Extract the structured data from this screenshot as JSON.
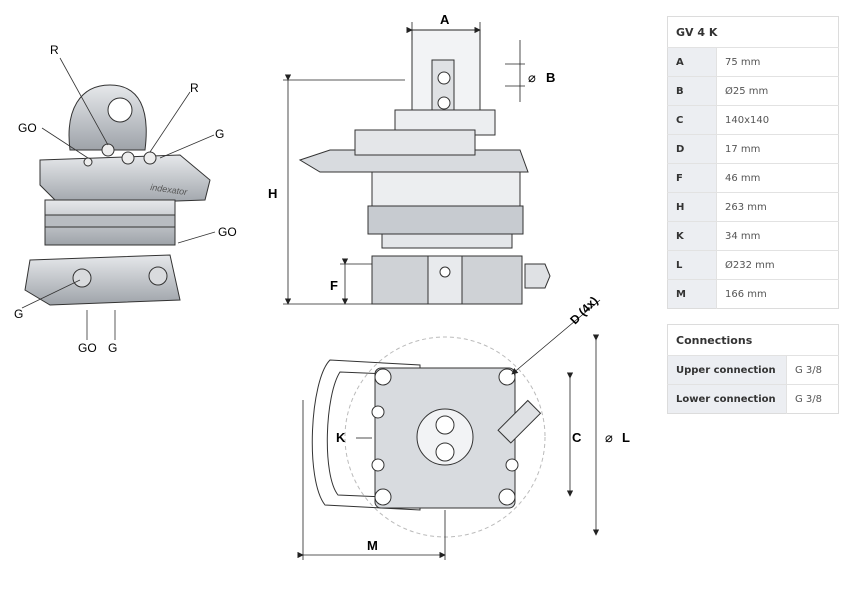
{
  "labels_iso": {
    "R1": "R",
    "R2": "R",
    "GO1": "GO",
    "G1": "G",
    "GO2": "GO",
    "G2": "G",
    "GO3": "GO",
    "G3": "G",
    "brand": "indexator"
  },
  "labels_side": {
    "A": "A",
    "B": "B",
    "H": "H",
    "F": "F"
  },
  "labels_bottom": {
    "D": "D (4x)",
    "C": "C",
    "L": "L",
    "K": "K",
    "M": "M"
  },
  "spec": {
    "title": "GV 4 K",
    "rows": [
      {
        "k": "A",
        "v": "75 mm"
      },
      {
        "k": "B",
        "v": "Ø25 mm"
      },
      {
        "k": "C",
        "v": "140x140"
      },
      {
        "k": "D",
        "v": "17 mm"
      },
      {
        "k": "F",
        "v": "46 mm"
      },
      {
        "k": "H",
        "v": "263 mm"
      },
      {
        "k": "K",
        "v": "34 mm"
      },
      {
        "k": "L",
        "v": "Ø232 mm"
      },
      {
        "k": "M",
        "v": "166 mm"
      }
    ]
  },
  "connections": {
    "title": "Connections",
    "rows": [
      {
        "k": "Upper connection",
        "v": "G 3/8"
      },
      {
        "k": "Lower connection",
        "v": "G 3/8"
      }
    ]
  },
  "colors": {
    "metal": "#cfd2d6",
    "metal_dark": "#8f949a",
    "line": "#222222"
  }
}
